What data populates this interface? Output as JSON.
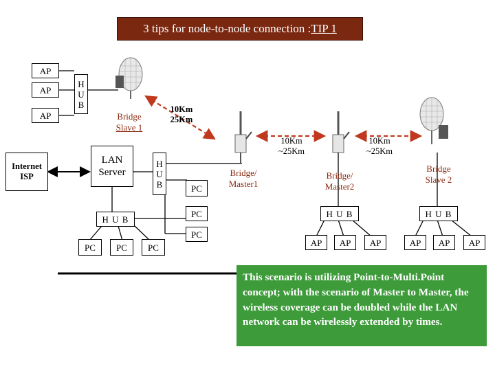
{
  "title": {
    "text": "3 tips for node-to-node connection : ",
    "tip": "TIP 1"
  },
  "colors": {
    "title_bg": "#7b2810",
    "note_bg": "#3d9b3a",
    "arrow": "#c0391f"
  },
  "left_aps": [
    "AP",
    "AP",
    "AP"
  ],
  "hub_top": {
    "letters": [
      "H",
      "U",
      "B"
    ]
  },
  "bridge_slave1": {
    "line1": "Bridge",
    "line2": "Slave 1"
  },
  "link1_label": {
    "line1": "10Km",
    "line2": "25Km"
  },
  "internet": {
    "line1": "Internet",
    "line2": "ISP"
  },
  "lan_server": {
    "line1": "LAN",
    "line2": "Server"
  },
  "hub_mid": {
    "letters": [
      "H",
      "U",
      "B"
    ]
  },
  "pcs_right": [
    "PC",
    "PC",
    "PC"
  ],
  "hub_bottom": {
    "label": "H U B",
    "pcs": [
      "PC",
      "PC",
      "PC"
    ]
  },
  "link2_label": {
    "line1": "10Km",
    "line2": "~25Km"
  },
  "link3_label": {
    "line1": "10Km",
    "line2": "~25Km"
  },
  "bridge_master1": {
    "line1": "Bridge/",
    "line2": "Master1"
  },
  "bridge_master2": {
    "line1": "Bridge/",
    "line2": "Master2"
  },
  "bridge_slave2": {
    "line1": "Bridge",
    "line2": "Slave 2"
  },
  "hub_master2": {
    "label": "H U B",
    "aps": [
      "AP",
      "AP",
      "AP"
    ]
  },
  "hub_slave2": {
    "label": "H U B",
    "aps": [
      "AP",
      "AP",
      "AP"
    ]
  },
  "note": "This scenario is utilizing Point-to-Multi.Point concept; with the scenario of Master to Master, the wireless coverage can be doubled while the LAN network can be wirelessly extended by times.",
  "icons": [
    "dish-antenna-icon",
    "rod-antenna-icon"
  ]
}
